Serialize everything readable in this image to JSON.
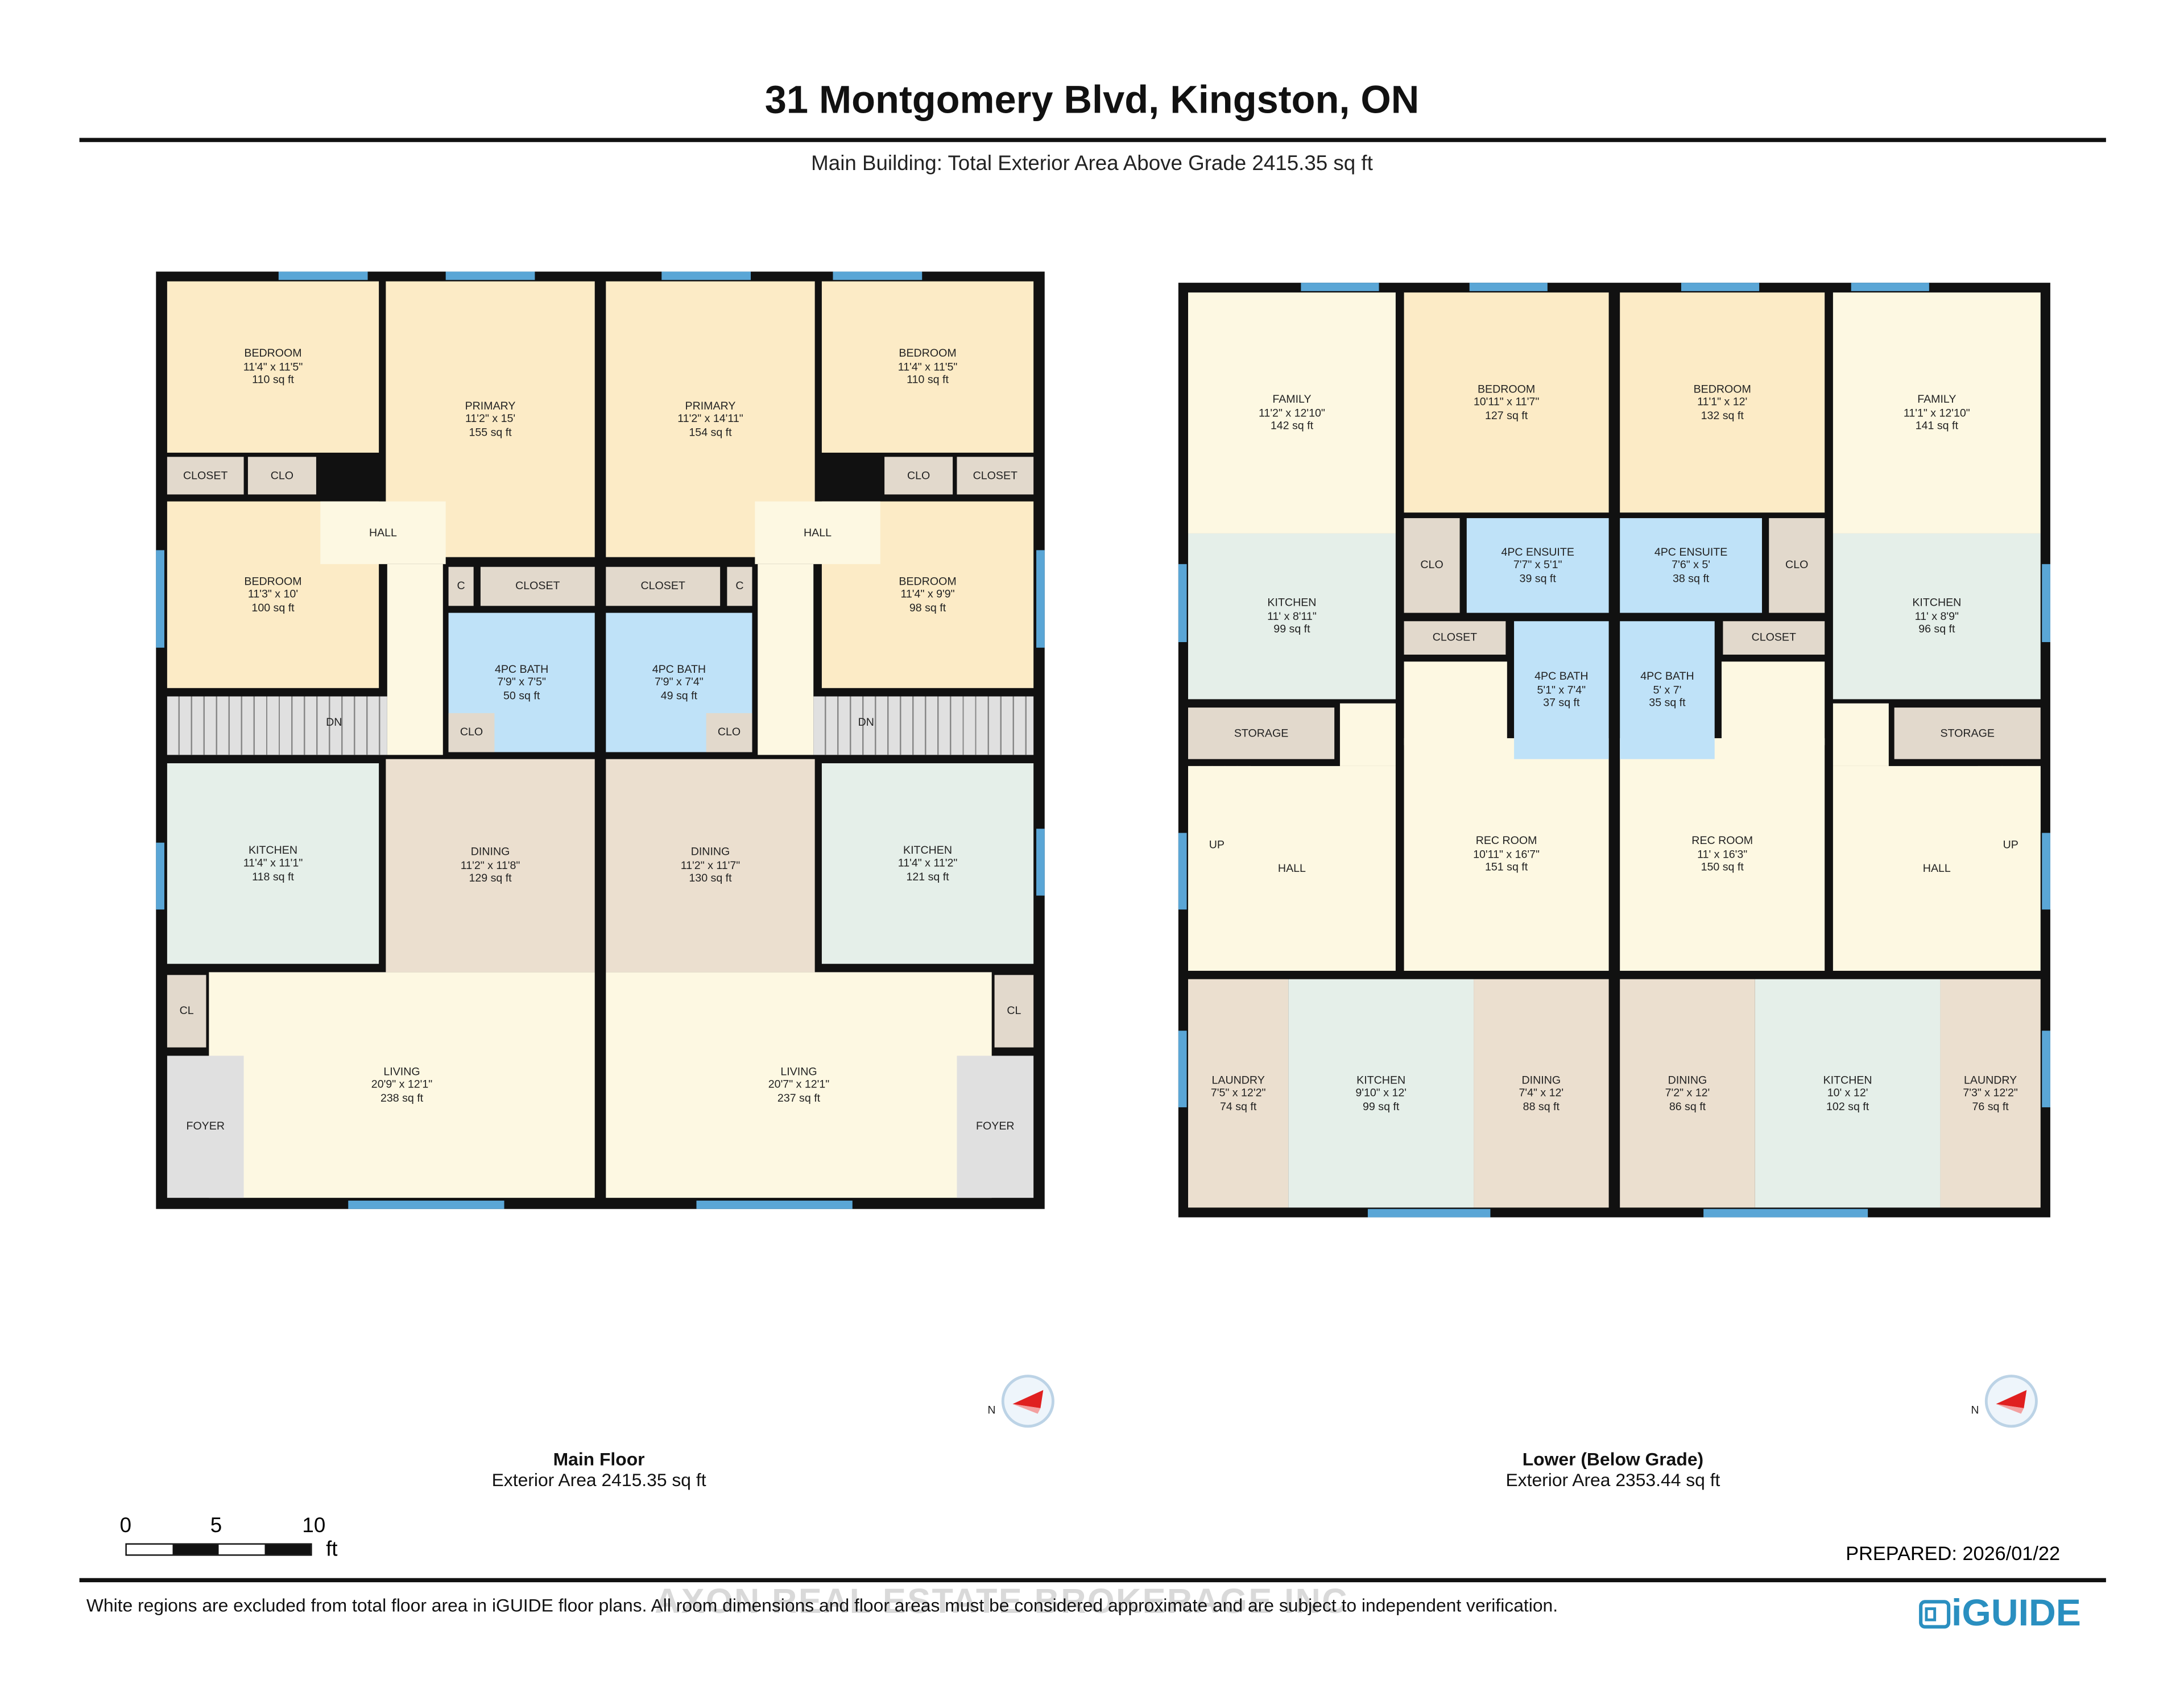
{
  "header": {
    "title": "31 Montgomery Blvd, Kingston, ON",
    "subtitle": "Main Building: Total Exterior Area Above Grade 2415.35 sq ft"
  },
  "palette": {
    "bedroom": "#fcebc6",
    "hall": "#fdf8e2",
    "bath": "#bfe2f8",
    "kitchen": "#e5efe9",
    "dining": "#ebdfcf",
    "closet": "#e2d9cc",
    "foyer": "#e0e0e0",
    "wall": "#111111",
    "window": "#5aa6d6"
  },
  "main_floor": {
    "label": "Main Floor",
    "area": "Exterior Area 2415.35 sq ft",
    "stairs_label": "DN",
    "units": [
      {
        "rooms": [
          {
            "name": "Bedroom",
            "dims": "11'4\" x 11'5\"",
            "area": "110 sq ft",
            "type": "bedroom"
          },
          {
            "name": "Primary",
            "dims": "11'2\" x 15'",
            "area": "155 sq ft",
            "type": "bedroom"
          },
          {
            "name": "Closet",
            "type": "closet"
          },
          {
            "name": "CLO",
            "type": "closet"
          },
          {
            "name": "Bedroom",
            "dims": "11'3\" x 10'",
            "area": "100 sq ft",
            "type": "bedroom"
          },
          {
            "name": "Hall",
            "type": "hall"
          },
          {
            "name": "C",
            "type": "closet"
          },
          {
            "name": "Closet",
            "type": "closet"
          },
          {
            "name": "4PC Bath",
            "dims": "7'9\" x 7'5\"",
            "area": "50 sq ft",
            "type": "bath"
          },
          {
            "name": "CLO",
            "type": "closet"
          },
          {
            "name": "Kitchen",
            "dims": "11'4\" x 11'1\"",
            "area": "118 sq ft",
            "type": "kitchen"
          },
          {
            "name": "Dining",
            "dims": "11'2\" x 11'8\"",
            "area": "129 sq ft",
            "type": "dining"
          },
          {
            "name": "Living",
            "dims": "20'9\" x 12'1\"",
            "area": "238 sq ft",
            "type": "hall"
          },
          {
            "name": "CL",
            "type": "closet"
          },
          {
            "name": "Foyer",
            "type": "foyer"
          }
        ]
      },
      {
        "rooms": [
          {
            "name": "Bedroom",
            "dims": "11'4\" x 11'5\"",
            "area": "110 sq ft",
            "type": "bedroom"
          },
          {
            "name": "Primary",
            "dims": "11'2\" x 14'11\"",
            "area": "154 sq ft",
            "type": "bedroom"
          },
          {
            "name": "Closet",
            "type": "closet"
          },
          {
            "name": "CLO",
            "type": "closet"
          },
          {
            "name": "Bedroom",
            "dims": "11'4\" x 9'9\"",
            "area": "98 sq ft",
            "type": "bedroom"
          },
          {
            "name": "Hall",
            "type": "hall"
          },
          {
            "name": "C",
            "type": "closet"
          },
          {
            "name": "Closet",
            "type": "closet"
          },
          {
            "name": "4PC Bath",
            "dims": "7'9\" x 7'4\"",
            "area": "49 sq ft",
            "type": "bath"
          },
          {
            "name": "CLO",
            "type": "closet"
          },
          {
            "name": "Kitchen",
            "dims": "11'4\" x 11'2\"",
            "area": "121 sq ft",
            "type": "kitchen"
          },
          {
            "name": "Dining",
            "dims": "11'2\" x 11'7\"",
            "area": "130 sq ft",
            "type": "dining"
          },
          {
            "name": "Living",
            "dims": "20'7\" x 12'1\"",
            "area": "237 sq ft",
            "type": "hall"
          },
          {
            "name": "CL",
            "type": "closet"
          },
          {
            "name": "Foyer",
            "type": "foyer"
          }
        ]
      }
    ]
  },
  "lower_floor": {
    "label": "Lower (Below Grade)",
    "area": "Exterior Area 2353.44 sq ft",
    "stairs_label": "UP",
    "units": [
      {
        "rooms": [
          {
            "name": "Family",
            "dims": "11'2\" x 12'10\"",
            "area": "142 sq ft",
            "type": "hall"
          },
          {
            "name": "Kitchen",
            "dims": "11' x 8'11\"",
            "area": "99 sq ft",
            "type": "kitchen"
          },
          {
            "name": "Bedroom",
            "dims": "10'11\" x 11'7\"",
            "area": "127 sq ft",
            "type": "bedroom"
          },
          {
            "name": "CLO",
            "type": "closet"
          },
          {
            "name": "4PC Ensuite",
            "dims": "7'7\" x 5'1\"",
            "area": "39 sq ft",
            "type": "bath"
          },
          {
            "name": "Rec Room",
            "dims": "10'11\" x 16'7\"",
            "area": "151 sq ft",
            "type": "hall"
          },
          {
            "name": "Closet",
            "type": "closet"
          },
          {
            "name": "4PC Bath",
            "dims": "5'1\" x 7'4\"",
            "area": "37 sq ft",
            "type": "bath"
          },
          {
            "name": "Storage",
            "type": "closet"
          },
          {
            "name": "Hall",
            "type": "hall"
          },
          {
            "name": "Laundry",
            "dims": "7'5\" x 12'2\"",
            "area": "74 sq ft",
            "type": "dining"
          },
          {
            "name": "Kitchen",
            "dims": "9'10\" x 12'",
            "area": "99 sq ft",
            "type": "kitchen"
          },
          {
            "name": "Dining",
            "dims": "7'4\" x 12'",
            "area": "88 sq ft",
            "type": "dining"
          }
        ]
      },
      {
        "rooms": [
          {
            "name": "Family",
            "dims": "11'1\" x 12'10\"",
            "area": "141 sq ft",
            "type": "hall"
          },
          {
            "name": "Kitchen",
            "dims": "11' x 8'9\"",
            "area": "96 sq ft",
            "type": "kitchen"
          },
          {
            "name": "Bedroom",
            "dims": "11'1\" x 12'",
            "area": "132 sq ft",
            "type": "bedroom"
          },
          {
            "name": "CLO",
            "type": "closet"
          },
          {
            "name": "4PC Ensuite",
            "dims": "7'6\" x 5'",
            "area": "38 sq ft",
            "type": "bath"
          },
          {
            "name": "Rec Room",
            "dims": "11' x 16'3\"",
            "area": "150 sq ft",
            "type": "hall"
          },
          {
            "name": "Closet",
            "type": "closet"
          },
          {
            "name": "4PC Bath",
            "dims": "5' x 7'",
            "area": "35 sq ft",
            "type": "bath"
          },
          {
            "name": "Storage",
            "type": "closet"
          },
          {
            "name": "Hall",
            "type": "hall"
          },
          {
            "name": "Laundry",
            "dims": "7'3\" x 12'2\"",
            "area": "76 sq ft",
            "type": "dining"
          },
          {
            "name": "Kitchen",
            "dims": "10' x 12'",
            "area": "102 sq ft",
            "type": "kitchen"
          },
          {
            "name": "Dining",
            "dims": "7'2\" x 12'",
            "area": "86 sq ft",
            "type": "dining"
          }
        ]
      }
    ]
  },
  "compass": {
    "north_label": "N",
    "icon": "compass-icon"
  },
  "scale_bar": {
    "ticks": [
      "0",
      "5",
      "10"
    ],
    "unit": "ft"
  },
  "prepared": "PREPARED: 2026/01/22",
  "footer": {
    "disclaimer": "White regions are excluded from total floor area in iGUIDE floor plans. All room dimensions and floor areas must be considered approximate and are subject to independent verification.",
    "watermark": "AXON REAL ESTATE BROKERAGE INC",
    "logo": "iGUIDE"
  }
}
